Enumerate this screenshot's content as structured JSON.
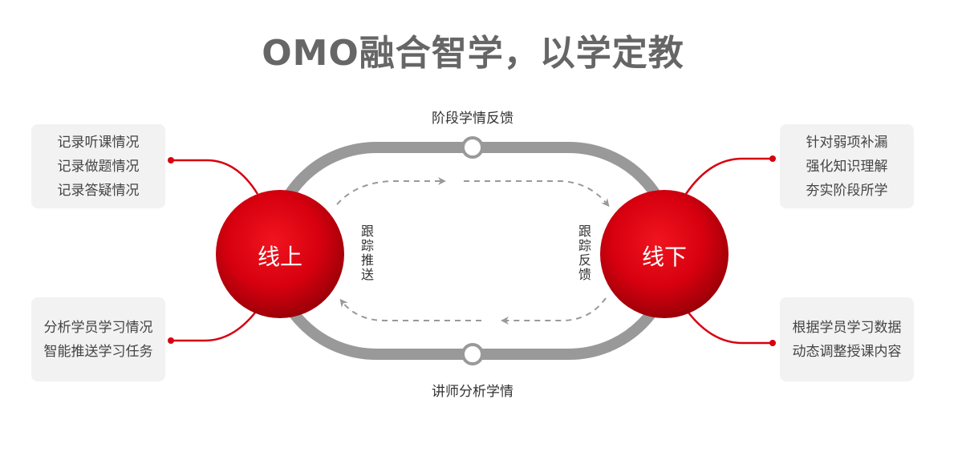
{
  "title": "OMO融合智学，以学定教",
  "top_label": "阶段学情反馈",
  "bottom_label": "讲师分析学情",
  "online": {
    "label": "线上",
    "side_text": "跟踪推送",
    "top_box": [
      "记录听课情况",
      "记录做题情况",
      "记录答疑情况"
    ],
    "bottom_box": [
      "分析学员学习情况",
      "智能推送学习任务"
    ]
  },
  "offline": {
    "label": "线下",
    "side_text": "跟踪反馈",
    "top_box": [
      "针对弱项补漏",
      "强化知识理解",
      "夯实阶段所学"
    ],
    "bottom_box": [
      "根据学员学习数据",
      "动态调整授课内容"
    ]
  },
  "colors": {
    "accent": "#d7000f",
    "track": "#999999",
    "box_bg": "#f2f2f2",
    "arrow": "#999999"
  }
}
